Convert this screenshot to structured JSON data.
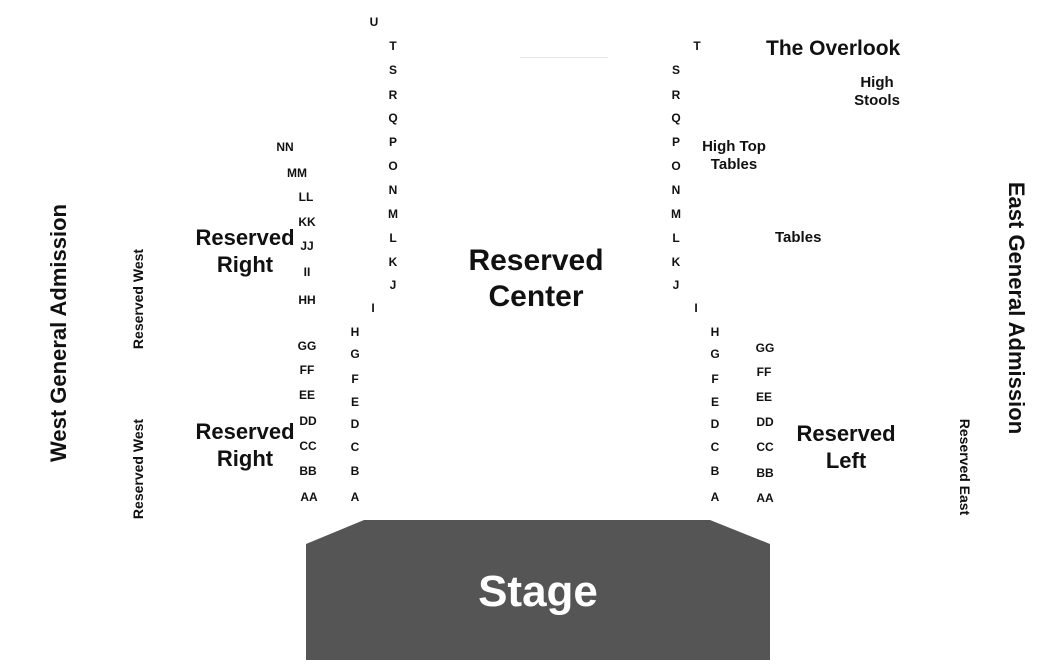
{
  "stage": {
    "label": "Stage",
    "fill": "#555555"
  },
  "sections": {
    "center": {
      "line1": "Reserved",
      "line2": "Center"
    },
    "right_upper": {
      "line1": "Reserved",
      "line2": "Right"
    },
    "right_lower": {
      "line1": "Reserved",
      "line2": "Right"
    },
    "left_lower": {
      "line1": "Reserved",
      "line2": "Left"
    },
    "overlook": "The Overlook",
    "high_stools": {
      "line1": "High",
      "line2": "Stools"
    },
    "high_top_tables": {
      "line1": "High Top",
      "line2": "Tables"
    },
    "tables": "Tables",
    "west_ga": "West General Admission",
    "east_ga": "East General Admission",
    "reserved_west_upper": "Reserved West",
    "reserved_west_lower": "Reserved West",
    "reserved_east": "Reserved East"
  },
  "rows": {
    "center_left_upper": [
      "U",
      "T",
      "S",
      "R",
      "Q",
      "P",
      "O",
      "N",
      "M",
      "L",
      "K",
      "J",
      "I"
    ],
    "center_left_lower": [
      "H",
      "G",
      "F",
      "E",
      "D",
      "C",
      "B",
      "A"
    ],
    "center_right_upper": [
      "T",
      "S",
      "R",
      "Q",
      "P",
      "O",
      "N",
      "M",
      "L",
      "K",
      "J",
      "I"
    ],
    "center_right_lower": [
      "H",
      "G",
      "F",
      "E",
      "D",
      "C",
      "B",
      "A"
    ],
    "west_double": [
      "NN",
      "MM",
      "LL",
      "KK",
      "JJ",
      "II",
      "HH",
      "GG",
      "FF",
      "EE",
      "DD",
      "CC",
      "BB",
      "AA"
    ],
    "east_double": [
      "GG",
      "FF",
      "EE",
      "DD",
      "CC",
      "BB",
      "AA"
    ]
  }
}
